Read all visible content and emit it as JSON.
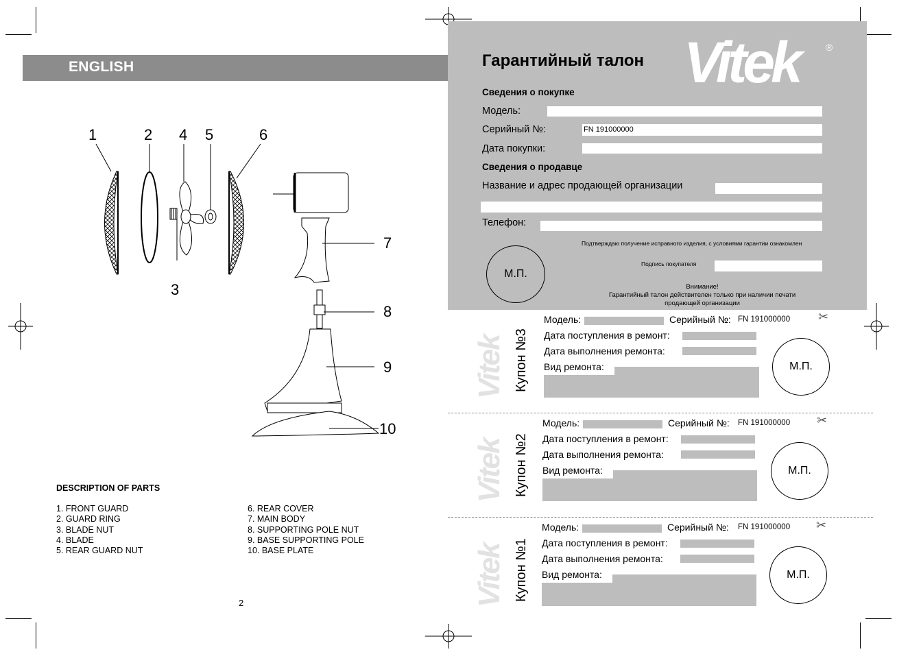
{
  "left_page": {
    "section_label": "ENGLISH",
    "callouts": [
      "1",
      "2",
      "4",
      "5",
      "6",
      "7",
      "3",
      "8",
      "9",
      "10"
    ],
    "description_title": "DESCRIPTION OF PARTS",
    "parts_col1": [
      "1.  FRONT GUARD",
      "2.  GUARD RING",
      "3.  BLADE NUT",
      "4.  BLADE",
      "5.  REAR GUARD NUT"
    ],
    "parts_col2": [
      "6.  REAR COVER",
      "7.  MAIN BODY",
      "8.  SUPPORTING POLE NUT",
      "9.  BASE SUPPORTING POLE",
      "10. BASE PLATE"
    ],
    "page_number": "2"
  },
  "warranty": {
    "title": "Гарантийный талон",
    "brand": "Vitek",
    "brand_mark": "®",
    "purchase_section": "Сведения о покупке",
    "model_label": "Модель:",
    "serial_label": "Серийный №:",
    "serial_value": "FN 191000000",
    "date_label": "Дата покупки:",
    "seller_section": "Сведения о продавце",
    "seller_name_label": "Название и адрес продающей организации",
    "phone_label": "Телефон:",
    "confirm_text": "Подтверждаю получение исправного изделия, с условиями гарантии ознакомлен",
    "signature_label": "Подпись покупателя",
    "stamp": "М.П.",
    "notice_1": "Внимание!",
    "notice_2": "Гарантийный талон действителен только при наличии печати",
    "notice_3": "продающей организации"
  },
  "coupons": [
    {
      "name": "Купон №3",
      "model_label": "Модель:",
      "serial_label": "Серийный №:",
      "serial_value": "FN 191000000",
      "received_label": "Дата поступления в ремонт:",
      "completed_label": "Дата выполнения ремонта:",
      "repair_label": "Вид ремонта:",
      "stamp": "М.П.",
      "logo": "Vitek"
    },
    {
      "name": "Купон №2",
      "model_label": "Модель:",
      "serial_label": "Серийный №:",
      "serial_value": "FN 191000000",
      "received_label": "Дата поступления в ремонт:",
      "completed_label": "Дата выполнения ремонта:",
      "repair_label": "Вид ремонта:",
      "stamp": "М.П.",
      "logo": "Vitek"
    },
    {
      "name": "Купон №1",
      "model_label": "Модель:",
      "serial_label": "Серийный №:",
      "serial_value": "FN 191000000",
      "received_label": "Дата поступления в ремонт:",
      "completed_label": "Дата выполнения ремонта:",
      "repair_label": "Вид ремонта:",
      "stamp": "М.П.",
      "logo": "Vitek"
    }
  ],
  "icons": {
    "scissors": "✂",
    "registration_mark": "registered-icon",
    "crop_marks": "crop-mark-icon",
    "registration_target": "registration-target-icon"
  },
  "colors": {
    "banner": "#8c8c8c",
    "warranty_bg": "#bdbdbd",
    "field_bg": "#ffffff",
    "logo_light": "#e2e2e2"
  }
}
